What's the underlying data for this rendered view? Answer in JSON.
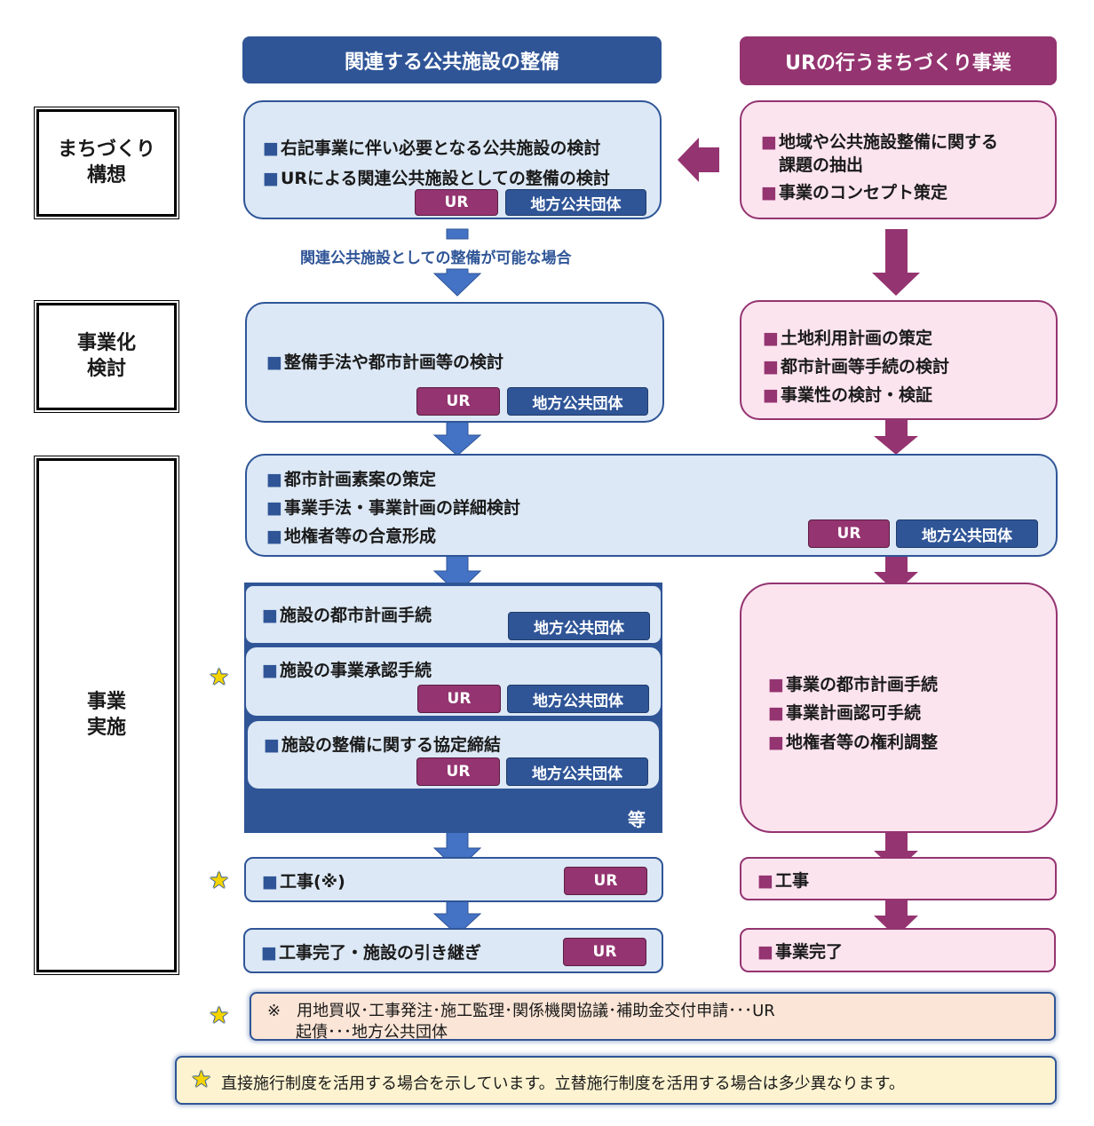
{
  "headers": {
    "left": "関連する公共施設の整備",
    "right": "URの行うまちづくり事業"
  },
  "stages": {
    "s1": "まちづくり\n構想",
    "s2": "事業化\n検討",
    "s3": "事業\n実施"
  },
  "tags": {
    "ur": "UR",
    "lg": "地方公共団体"
  },
  "left": {
    "b1": [
      "右記事業に伴い必要となる公共施設の検討",
      "URによる関連公共施設としての整備の検討"
    ],
    "condition": "関連公共施設としての整備が可能な場合",
    "b2": [
      "整備手法や都市計画等の検討"
    ],
    "sub1": "施設の都市計画手続",
    "sub2": "施設の事業承認手続",
    "sub3": "施設の整備に関する協定締結",
    "etc": "等",
    "work": "工事(※)",
    "done": "工事完了・施設の引き継ぎ"
  },
  "shared": [
    "都市計画素案の策定",
    "事業手法・事業計画の詳細検討",
    "地権者等の合意形成"
  ],
  "right": {
    "b1": [
      "地域や公共施設整備に関する",
      "課題の抽出",
      "事業のコンセプト策定"
    ],
    "b2": [
      "土地利用計画の策定",
      "都市計画等手続の検討",
      "事業性の検討・検証"
    ],
    "b3": [
      "事業の都市計画手続",
      "事業計画認可手続",
      "地権者等の権利調整"
    ],
    "work": "工事",
    "done": "事業完了"
  },
  "notes": {
    "n1_line1": "※　用地買収･工事発注･施工監理･関係機関協議･補助金交付申請･･･UR",
    "n1_line2": "起債･･･地方公共団体",
    "n2": "直接施行制度を活用する場合を示しています。立替施行制度を活用する場合は多少異なります。"
  },
  "colors": {
    "blue": "#2f5597",
    "purple": "#943470",
    "light_blue": "#dce8f5",
    "light_pink": "#fce4ef",
    "arrow_blue": "#4472c4"
  },
  "icons": {
    "star": "star-icon"
  }
}
